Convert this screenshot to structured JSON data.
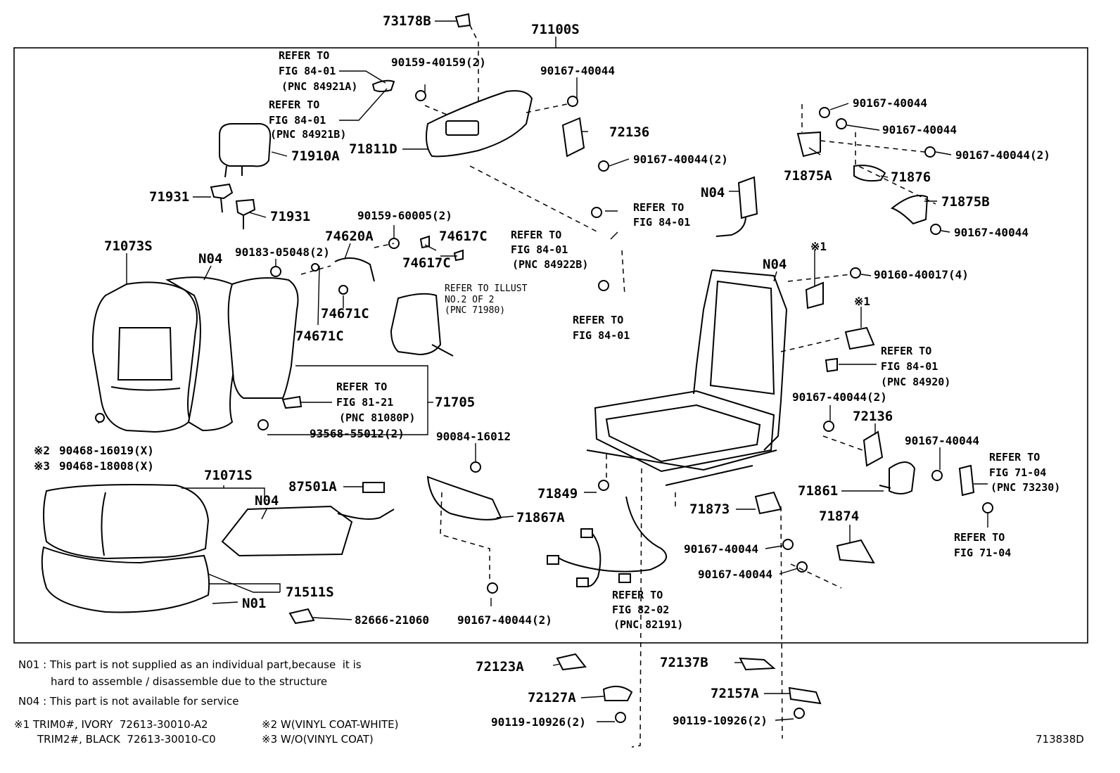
{
  "callouts": {
    "p73178B": "73178B",
    "p71100S": "71100S",
    "p90159_40159": "90159-40159(2)",
    "p90167_40044_top": "90167-40044",
    "p72136_top": "72136",
    "p90167_40044_2_mid": "90167-40044(2)",
    "p71811D": "71811D",
    "p71910A": "71910A",
    "p71931_a": "71931",
    "p71931_b": "71931",
    "p90167_40044_r1": "90167-40044",
    "p90167_40044_r2": "90167-40044",
    "p90167_40044_2_r3": "90167-40044(2)",
    "p71875A": "71875A",
    "p71876": "71876",
    "p71875B": "71875B",
    "p90167_40044_r4": "90167-40044",
    "pN04_harness": "N04",
    "p90159_60005": "90159-60005(2)",
    "p74620A": "74620A",
    "p74617C_a": "74617C",
    "p74617C_b": "74617C",
    "p71073S": "71073S",
    "pN04_back": "N04",
    "p90183_05048": "90183-05048(2)",
    "p74671C_a": "74671C",
    "p74671C_b": "74671C",
    "pN04_frame": "N04",
    "p90160_40017": "90160-40017(4)",
    "p71705": "71705",
    "p93568_55012": "93568-55012(2)",
    "p90468_16019": "90468-16019(X)",
    "p90468_18008": "90468-18008(X)",
    "p90084_16012": "90084-16012",
    "p90167_40044_2_right": "90167-40044(2)",
    "p72136_right": "72136",
    "p90167_40044_rr": "90167-40044",
    "p71071S": "71071S",
    "p87501A": "87501A",
    "pN04_cushion": "N04",
    "p71849": "71849",
    "p71867A": "71867A",
    "p71861": "71861",
    "p71873": "71873",
    "p71874": "71874",
    "p90167_40044_b1": "90167-40044",
    "p90167_40044_b2": "90167-40044",
    "p71511S": "71511S",
    "pN01": "N01",
    "p82666_21060": "82666-21060",
    "p90167_40044_2_bot": "90167-40044(2)",
    "p72123A": "72123A",
    "p72137B": "72137B",
    "p72127A": "72127A",
    "p72157A": "72157A",
    "p90119_a": "90119-10926(2)",
    "p90119_b": "90119-10926(2)"
  },
  "refs": {
    "r1": [
      "REFER TO",
      "FIG 84-01",
      "(PNC 84921A)"
    ],
    "r2": [
      "REFER TO",
      "FIG 84-01",
      "(PNC 84921B)"
    ],
    "r3": [
      "REFER TO",
      "FIG 84-01"
    ],
    "r4": [
      "REFER TO",
      "FIG 84-01",
      "(PNC 84922B)"
    ],
    "r5": [
      "REFER TO",
      "FIG 84-01"
    ],
    "r6": [
      "REFER TO",
      "FIG 84-01",
      "(PNC 84920)"
    ],
    "r7": [
      "REFER TO",
      "FIG 81-21",
      "(PNC 81080P)"
    ],
    "r8": [
      "REFER TO",
      "FIG 71-04",
      "(PNC 73230)"
    ],
    "r9": [
      "REFER TO",
      "FIG 71-04"
    ],
    "r10": [
      "REFER TO",
      "FIG 82-02",
      "(PNC 82191)"
    ]
  },
  "illust_ref": [
    "REFER TO ILLUST",
    "NO.2 OF 2",
    "(PNC 71980)"
  ],
  "marks": {
    "m1a": "※1",
    "m1b": "※1",
    "m2": "※2",
    "m3": "※3"
  },
  "notes": {
    "n01_line1": "N01 : This part is not supplied as an individual part,because  it is",
    "n01_line2": "hard to assemble / disassemble due to the structure",
    "n04": "N04 : This part is not available for service",
    "f1_line1": "※1 TRIM0#, IVORY  72613-30010-A2",
    "f1_line2": "TRIM2#, BLACK  72613-30010-C0",
    "f2": "※2 W(VINYL COAT-WHITE)",
    "f3": "※3 W/O(VINYL COAT)"
  },
  "diagram_id": "713838D"
}
